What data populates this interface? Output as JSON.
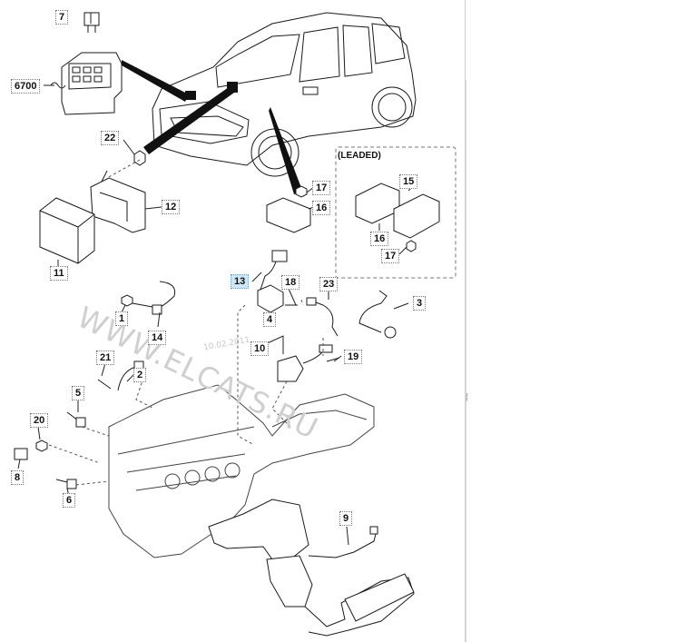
{
  "diagram": {
    "group_label": "(LEADED)",
    "watermark": "WWW.ELCATS.RU",
    "watermark_date": "10.02.2011",
    "callouts": [
      {
        "id": "7",
        "label": "7"
      },
      {
        "id": "6700",
        "label": "6700"
      },
      {
        "id": "22",
        "label": "22"
      },
      {
        "id": "12",
        "label": "12"
      },
      {
        "id": "11",
        "label": "11"
      },
      {
        "id": "17a",
        "label": "17"
      },
      {
        "id": "16a",
        "label": "16"
      },
      {
        "id": "15",
        "label": "15"
      },
      {
        "id": "16b",
        "label": "16"
      },
      {
        "id": "17b",
        "label": "17"
      },
      {
        "id": "13",
        "label": "13",
        "highlighted": true
      },
      {
        "id": "18",
        "label": "18"
      },
      {
        "id": "23",
        "label": "23"
      },
      {
        "id": "3",
        "label": "3"
      },
      {
        "id": "1",
        "label": "1"
      },
      {
        "id": "14",
        "label": "14"
      },
      {
        "id": "4",
        "label": "4"
      },
      {
        "id": "10",
        "label": "10"
      },
      {
        "id": "19",
        "label": "19"
      },
      {
        "id": "21",
        "label": "21"
      },
      {
        "id": "2",
        "label": "2"
      },
      {
        "id": "5",
        "label": "5"
      },
      {
        "id": "20",
        "label": "20"
      },
      {
        "id": "8",
        "label": "8"
      },
      {
        "id": "6",
        "label": "6"
      },
      {
        "id": "9",
        "label": "9"
      }
    ]
  },
  "side_panel": {
    "splitter_glyph": "⁞"
  }
}
